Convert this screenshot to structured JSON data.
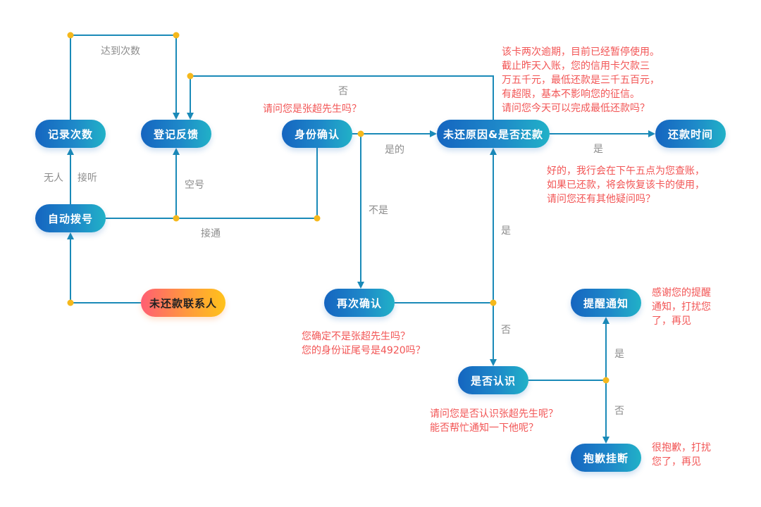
{
  "colors": {
    "edge": "#1a8ab8",
    "junction": "#f5b81c",
    "speech_text": "#f25555",
    "edge_label": "#8c8c8c"
  },
  "nodes": {
    "record_count": "记录次数",
    "register_feedback": "登记反馈",
    "identity_confirm": "身份确认",
    "unpaid_reason": "未还原因&是否还款",
    "repay_time": "还款时间",
    "auto_dial": "自动拨号",
    "unpaid_contact": "未还款联系人",
    "reconfirm": "再次确认",
    "know_or_not": "是否认识",
    "remind_notify": "提醒通知",
    "apologize_hangup": "抱歉挂断"
  },
  "edge_labels": {
    "reached_count": "达到次数",
    "no_person": "无人",
    "answered": "接听",
    "empty_number": "空号",
    "connected": "接通",
    "no_top": "否",
    "yes_identity": "是的",
    "not_identity": "不是",
    "yes_repay": "是",
    "yes_reconfirm": "是",
    "no_reconfirm": "否",
    "yes_know": "是",
    "no_know": "否"
  },
  "speech": {
    "ask_identity": "请问您是张超先生吗？",
    "overdue_notice": "该卡两次逾期，目前已经暂停使用。\n截止昨天入账，您的信用卡欠款三\n万五千元，最低还款是三千五百元，\n有超限，基本不影响您的征信。\n请问您今天可以完成最低还款吗？",
    "repay_reply": "好的，我行会在下午五点为您查账，\n如果已还款，将会恢复该卡的使用，\n请问您还有其他疑问吗？",
    "reconfirm_ask": "您确定不是张超先生吗？\n您的身份证尾号是4920吗？",
    "know_ask": "请问您是否认识张超先生呢？\n能否帮忙通知一下他呢？",
    "thanks": "感谢您的提醒\n通知，打扰您\n了，再见",
    "sorry": "很抱歉，打扰\n您了，再见"
  }
}
